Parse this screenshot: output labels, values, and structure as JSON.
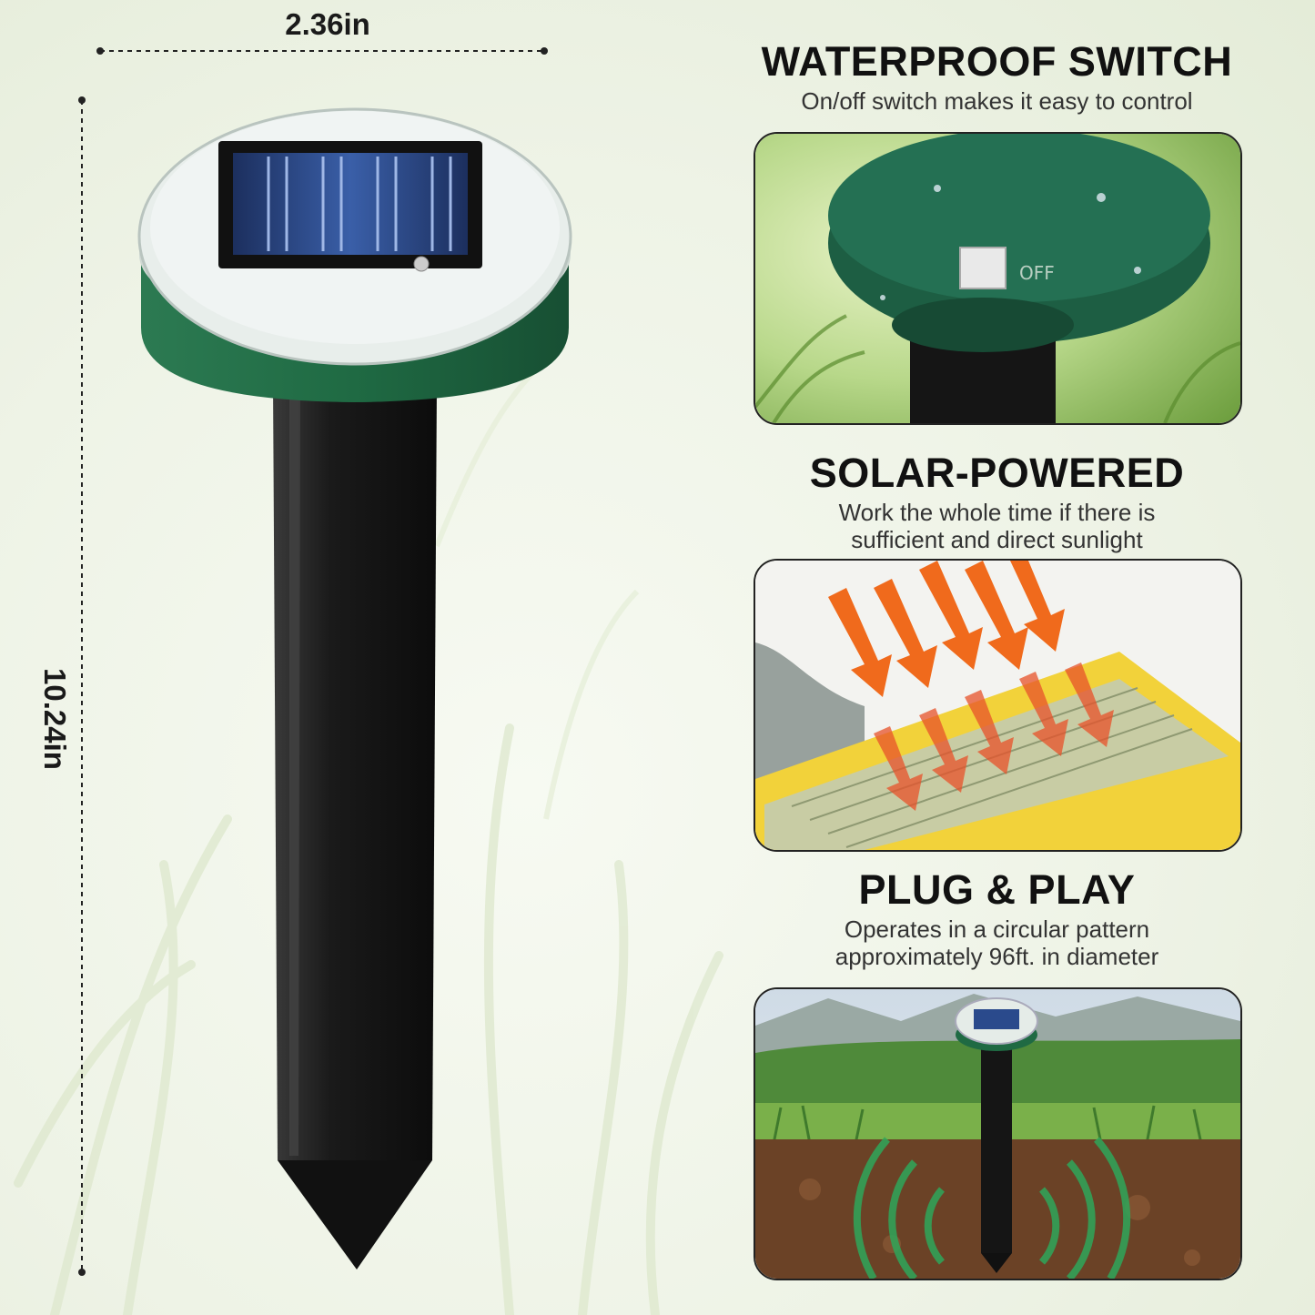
{
  "dimensions": {
    "width_label": "2.36in",
    "height_label": "10.24in"
  },
  "features": [
    {
      "title": "WATERPROOF SWITCH",
      "description_lines": [
        "On/off switch makes it easy to control"
      ],
      "switch_label": "OFF"
    },
    {
      "title": "SOLAR-POWERED",
      "description_lines": [
        "Work the whole time if there is",
        "sufficient and direct sunlight"
      ]
    },
    {
      "title": "PLUG & PLAY",
      "description_lines": [
        "Operates in a circular pattern",
        "approximately 96ft. in diameter"
      ]
    }
  ],
  "colors": {
    "device_green": "#1f6a43",
    "stake_black": "#1c1c1c",
    "solar_blue": "#2a4a8c",
    "arrow_orange": "#f06a1c",
    "panel_yellow": "#f2d23a",
    "wave_green": "#2fa65a"
  }
}
